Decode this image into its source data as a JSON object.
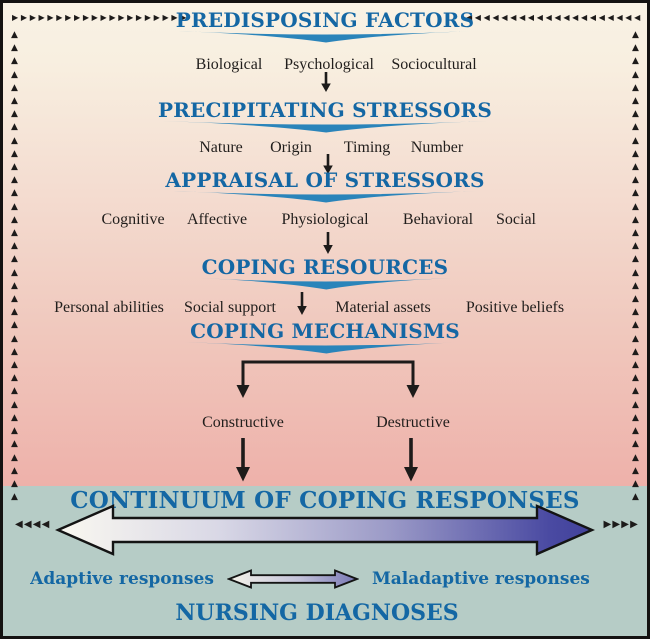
{
  "flow": {
    "predisposing": {
      "title": "PREDISPOSING FACTORS",
      "factors": [
        "Biological",
        "Psychological",
        "Sociocultural"
      ]
    },
    "precipitating": {
      "title": "PRECIPITATING STRESSORS",
      "factors": [
        "Nature",
        "Origin",
        "Timing",
        "Number"
      ]
    },
    "appraisal": {
      "title": "APPRAISAL OF STRESSORS",
      "factors": [
        "Cognitive",
        "Affective",
        "Physiological",
        "Behavioral",
        "Social"
      ]
    },
    "resources": {
      "title": "COPING RESOURCES",
      "factors": [
        "Personal abilities",
        "Social support",
        "Material assets",
        "Positive beliefs"
      ]
    },
    "mechanisms": {
      "title": "COPING MECHANISMS",
      "branches": [
        "Constructive",
        "Destructive"
      ]
    },
    "continuum": {
      "title": "CONTINUUM OF COPING RESPONSES",
      "left": "Adaptive responses",
      "right": "Maladaptive responses"
    },
    "nursing": {
      "title": "NURSING DIAGNOSES"
    }
  },
  "border_decor": {
    "top_left": "▶▶▶▶▶▶▶▶▶▶▶▶▶▶▶▶▶▶▶▶",
    "top_right": "◀◀◀◀◀◀◀◀◀◀◀◀◀◀◀◀◀◀◀◀",
    "left_col": "▲▲▲▲▲▲▲▲▲▲▲▲▲▲▲▲▲▲▲▲▲▲▲▲▲▲▲▲▲▲▲▲▲▲▲▲",
    "right_col": "▲▲▲▲▲▲▲▲▲▲▲▲▲▲▲▲▲▲▲▲▲▲▲▲▲▲▲▲▲▲▲▲▲▲▲▲",
    "mid_left": "◀◀◀◀",
    "mid_right": "▶▶▶▶"
  },
  "colors": {
    "header_blue": "#1467a4",
    "swoosh_blue": "#2a84ba",
    "cream_top": "#f9f2e5",
    "salmon_bottom": "#eeb1aa",
    "teal_panel": "#b6ccc6",
    "arrow_dark_end": "#42429b",
    "arrow_light_end": "#f8f6ec",
    "ink": "#1d1b1a"
  }
}
